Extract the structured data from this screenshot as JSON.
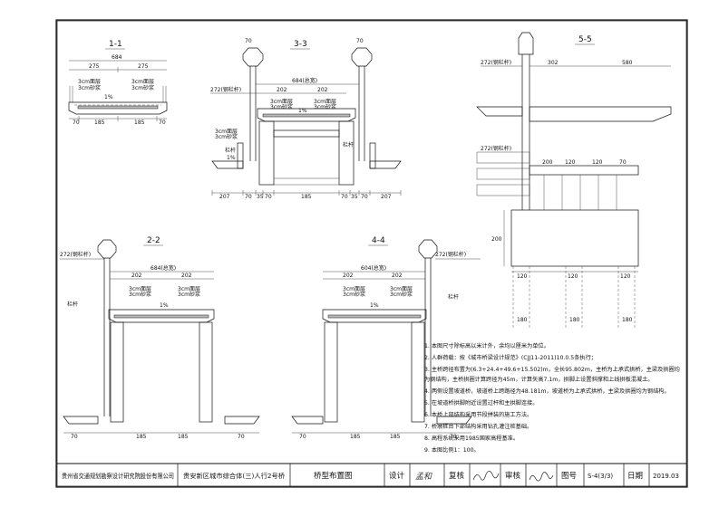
{
  "sections": {
    "s11": {
      "title": "1-1",
      "dim_top": "684",
      "dim_left": "275",
      "dim_right": "275",
      "layer_a": "3cm面层",
      "layer_b": "3cm砂浆",
      "slope": "1%",
      "dims_bottom": [
        "70",
        "185",
        "185",
        "70"
      ]
    },
    "s33": {
      "title": "3-3",
      "col_top_left": "70",
      "col_top_right": "70",
      "dim_top": "684(总宽)",
      "railing": "272(钢栏杆)",
      "dim_left": "202",
      "dim_right": "202",
      "layer_a": "3cm面层",
      "layer_b": "3cm砂浆",
      "layer_c": "3cm面层",
      "layer_d": "3cm砂浆",
      "rail_label": "栏杆",
      "slope": "1%",
      "slope2": "1%",
      "dims_bottom": [
        "207",
        "70",
        "35",
        "70",
        "185",
        "70",
        "35",
        "70",
        "207"
      ]
    },
    "s55": {
      "title": "5-5",
      "railing": "272(钢栏杆)",
      "dim_left": "302",
      "dim_right": "580",
      "railing2": "272(钢栏杆)",
      "dims_mid": [
        "200",
        "120",
        "120",
        "70"
      ],
      "dims_bottom": [
        "120",
        "120",
        "120"
      ],
      "pile": [
        "180",
        "180",
        "180"
      ],
      "height": "200"
    },
    "s22": {
      "title": "2-2",
      "railing": "272(钢栏杆)",
      "dim_top": "684(总宽)",
      "dim_left": "202",
      "dim_right": "202",
      "layer_a": "3cm面层",
      "layer_b": "3cm砂浆",
      "layer_c": "3cm面层",
      "layer_d": "3cm砂浆",
      "rail_label": "栏杆",
      "slope": "1%",
      "dims_bottom": [
        "70",
        "185",
        "185",
        "70"
      ]
    },
    "s44": {
      "title": "4-4",
      "railing": "272(钢栏杆)",
      "dim_top": "604(总宽)",
      "dim_left": "202",
      "dim_right": "202",
      "layer_a": "3cm面层",
      "layer_b": "3cm砂浆",
      "layer_c": "3cm面层",
      "layer_d": "3cm砂浆",
      "rail_label": "栏杆",
      "slope": "1%",
      "dims_bottom": [
        "70",
        "185",
        "185",
        "70"
      ]
    }
  },
  "notes": [
    "1. 本图尺寸除标高以米计外，余均以厘米为单位。",
    "2. 人群荷载：按《城市桥梁设计规范》(CJJ11-2011)10.0.5条执行；",
    "3. 主桥跨径布置为(6.3+24.4+49.6+15.502)m，全长95.802m，主桥为上承式拱桥，主梁及拱圈均",
    "   为钢结构，主桥拱圈计算跨径为45m，计算矢高7.1m，拱脚上设置斜撑和上线拱板混凝土。",
    "4. 两侧设置坡道桥，坡道桥上跨路径为48.181m，坡道桥为上承式拱桥，主梁及拱圈均为钢结构。",
    "5. 在坡道桥拱脚附近设置过杆和主拱脚连接。",
    "6. 本桥上部结构采用节段拼装的施工方法。",
    "7. 桥墩桩台下部结构采用钻孔灌注桩基础。",
    "8. 高程系统采用1985国家高程基准。",
    "9. 本图比例1：100。"
  ],
  "title_block": {
    "company": "贵州省交通规划勘察设计研究院股份有限公司",
    "project": "贵安新区城市综合体(三)人行2号桥",
    "drawing": "桥型布置图",
    "design_label": "设计",
    "design_sig": "孟和",
    "check_label": "复核",
    "check_sig": "[signature]",
    "review_label": "审核",
    "review_sig": "[signature]",
    "figno_label": "图号",
    "figno": "S-4(3/3)",
    "date_label": "日期",
    "date": "2019.03"
  }
}
